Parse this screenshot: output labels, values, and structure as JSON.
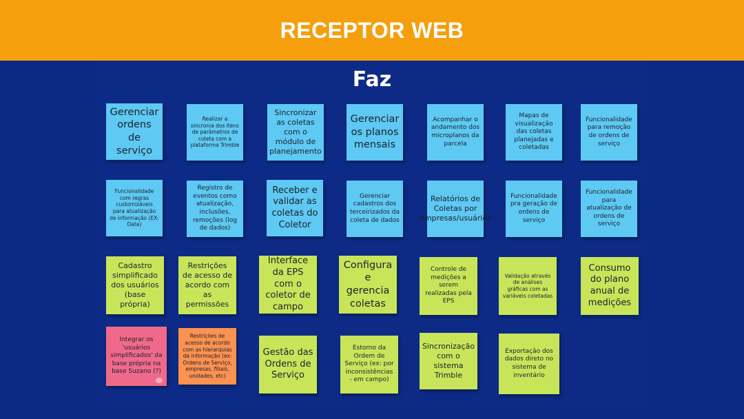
{
  "header": {
    "title": "RECEPTOR WEB"
  },
  "board": {
    "title": "Faz"
  },
  "notes": [
    "Gerenciar ordens de serviço",
    "Realizar a sincronia dos itens de parâmetros de coleta com a plataforma Trimble",
    "Sincronizar as coletas com o módulo de planejamento",
    "Gerenciar os planos mensais",
    "Acompanhar o andamento dos microplanos da parcela",
    "Mapas de visualização das coletas planejadas e coletadas",
    "Funcionalidade para remoção de ordens de serviço",
    "Funcionalidade com regras customizáveis para atualização de informação (EX: Data)",
    "Registro de eventos como atualização, inclusões, remoções (log de dados)",
    "Receber e validar as coletas do Coletor",
    "Gerenciar cadastros dos terceirizados da coleta de dados",
    "Relatórios de Coletas por empresas/usuários",
    "Funcionalidade pra geração de ordens de serviço",
    "Funcionalidade para atualização de ordens de serviço",
    "Cadastro simplificado dos usuários (base própria)",
    "Restrições de acesso de acordo com as permissões",
    "Interface da EPS com o coletor de campo",
    "Configura e gerencia coletas",
    "Controle de medições a serem realizadas pela EPS",
    "Validação através de análises gráficas com as variáveis coletadas",
    "Consumo do plano anual de medições",
    "Integrar os 'usuários simplificados' da base própria na base Suzano (?)",
    "Restrições de acesso de acordo com as hierarquias da informação (ex: Ordens de Serviço, empresas, filiais, unidades, etc)",
    "Gestão das Ordens de Serviço",
    "Estorno da Ordem de Serviço (ex: por inconsistências - em campo)",
    "Sincronização com o sistema Trimble",
    "Exportação dos dados direto no sistema de inventário"
  ],
  "colors": {
    "header": "#f59f0d",
    "background": "#0b2a86",
    "blue_note": "#5ec9f2",
    "green_note": "#c8e55a",
    "pink_note": "#ef6a8a",
    "orange_note": "#fb9250"
  }
}
